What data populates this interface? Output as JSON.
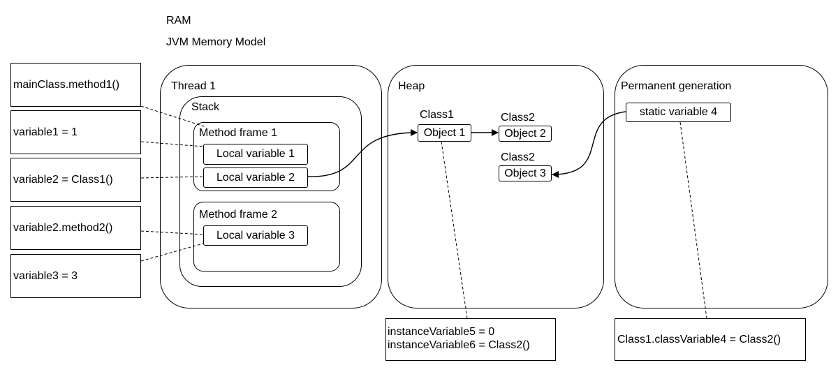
{
  "header": {
    "line1": "RAM",
    "line2": "JVM Memory Model"
  },
  "code_lines": [
    "mainClass.method1()",
    "variable1 = 1",
    "variable2 = Class1()",
    "variable2.method2()",
    "variable3 = 3"
  ],
  "thread": {
    "label": "Thread 1",
    "stack_label": "Stack",
    "frame1": {
      "label": "Method frame 1",
      "local1": "Local variable 1",
      "local2": "Local  variable 2"
    },
    "frame2": {
      "label": "Method frame 2",
      "local3": "Local  variable 3"
    }
  },
  "heap": {
    "label": "Heap",
    "class1_label": "Class1",
    "object1": "Object 1",
    "class2a_label": "Class2",
    "object2": "Object 2",
    "class2b_label": "Class2",
    "object3": "Object 3",
    "instance_vars": [
      "instanceVariable5 = 0",
      "instanceVariable6 =  Class2()"
    ]
  },
  "permgen": {
    "label": "Permanent generation",
    "static_var": "static variable 4",
    "class_var": "Class1.classVariable4 = Class2()"
  }
}
